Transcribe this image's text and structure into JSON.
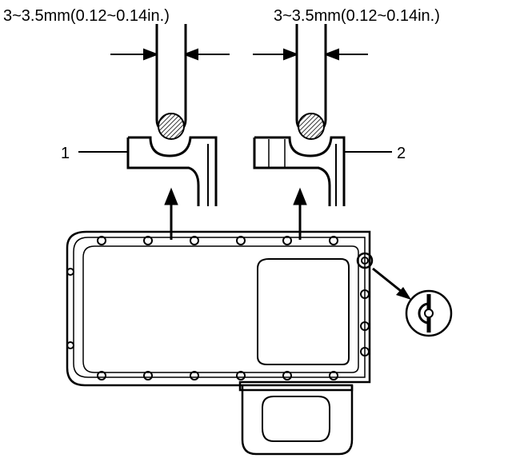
{
  "dimensions": {
    "left": "3~3.5mm(0.12~0.14in.)",
    "right": "3~3.5mm(0.12~0.14in.)"
  },
  "callouts": {
    "left": "1",
    "right": "2"
  }
}
